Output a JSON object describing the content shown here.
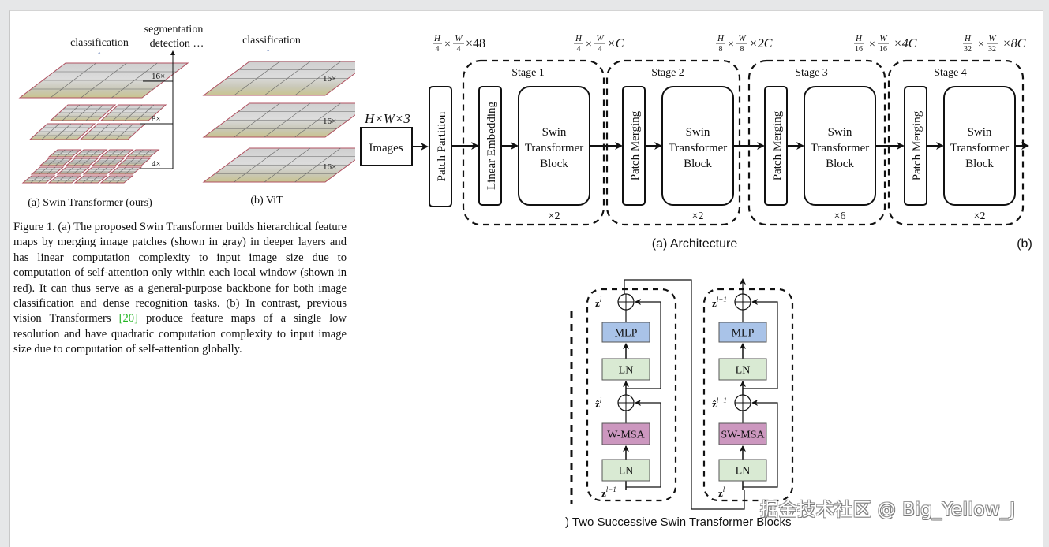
{
  "figure1": {
    "swin": {
      "top_label": "classification",
      "side_label_line1": "segmentation",
      "side_label_line2": "detection …",
      "scales": [
        "16×",
        "8×",
        "4×"
      ],
      "caption": "(a) Swin Transformer (ours)"
    },
    "vit": {
      "top_label": "classification",
      "scales": [
        "16×",
        "16×",
        "16×"
      ],
      "caption": "(b) ViT"
    },
    "caption_parts": {
      "before_cite": "Figure 1. (a) The proposed Swin Transformer builds hierarchical feature maps by merging image patches (shown in gray) in deeper layers and has linear computation complexity to input image size due to computation of self-attention only within each local window (shown in red). It can thus serve as a general-purpose backbone for both image classification and dense recognition tasks. (b) In contrast, previous vision Transformers ",
      "cite": "[20]",
      "after_cite": " produce feature maps of a single low resolution and have quadratic computation complexity to input image size due to computation of self-attention globally."
    }
  },
  "architecture": {
    "input_dim": "H×W×3",
    "images_label": "Images",
    "patch_partition": "Patch Partition",
    "dims": [
      {
        "num": "H",
        "den": "4",
        "num2": "W",
        "den2": "4",
        "ch": "×48"
      },
      {
        "num": "H",
        "den": "4",
        "num2": "W",
        "den2": "4",
        "ch": "×C"
      },
      {
        "num": "H",
        "den": "8",
        "num2": "W",
        "den2": "8",
        "ch": "×2C"
      },
      {
        "num": "H",
        "den": "16",
        "num2": "W",
        "den2": "16",
        "ch": "×4C"
      },
      {
        "num": "H",
        "den": "32",
        "num2": "W",
        "den2": "32",
        "ch": "×8C"
      }
    ],
    "stages": [
      {
        "title": "Stage 1",
        "first_block": "Linear Embedding",
        "block_l1": "Swin",
        "block_l2": "Transformer",
        "block_l3": "Block",
        "repeat": "×2"
      },
      {
        "title": "Stage 2",
        "first_block": "Patch Merging",
        "block_l1": "Swin",
        "block_l2": "Transformer",
        "block_l3": "Block",
        "repeat": "×2"
      },
      {
        "title": "Stage 3",
        "first_block": "Patch Merging",
        "block_l1": "Swin",
        "block_l2": "Transformer",
        "block_l3": "Block",
        "repeat": "×6"
      },
      {
        "title": "Stage 4",
        "first_block": "Patch Merging",
        "block_l1": "Swin",
        "block_l2": "Transformer",
        "block_l3": "Block",
        "repeat": "×2"
      }
    ],
    "caption": "(a) Architecture",
    "caption_b": "(b)"
  },
  "blocks": {
    "left": {
      "mlp": "MLP",
      "ln_top": "LN",
      "attn": "W-MSA",
      "ln_bottom": "LN",
      "z_out": "z",
      "z_out_sup": "l",
      "z_hat": "ẑ",
      "z_hat_sup": "l",
      "z_in": "z",
      "z_in_sup": "l−1"
    },
    "right": {
      "mlp": "MLP",
      "ln_top": "LN",
      "attn": "SW-MSA",
      "ln_bottom": "LN",
      "z_out": "z",
      "z_out_sup": "l+1",
      "z_hat": "ẑ",
      "z_hat_sup": "l+1",
      "z_in": "z",
      "z_in_sup": "l"
    },
    "caption": ") Two Successive Swin Transformer Blocks",
    "colors": {
      "mlp": "#a9c3e8",
      "ln": "#d9ead3",
      "attn": "#cc97bf"
    }
  },
  "watermark": "掘金技术社区 @ Big_Yellow_J"
}
